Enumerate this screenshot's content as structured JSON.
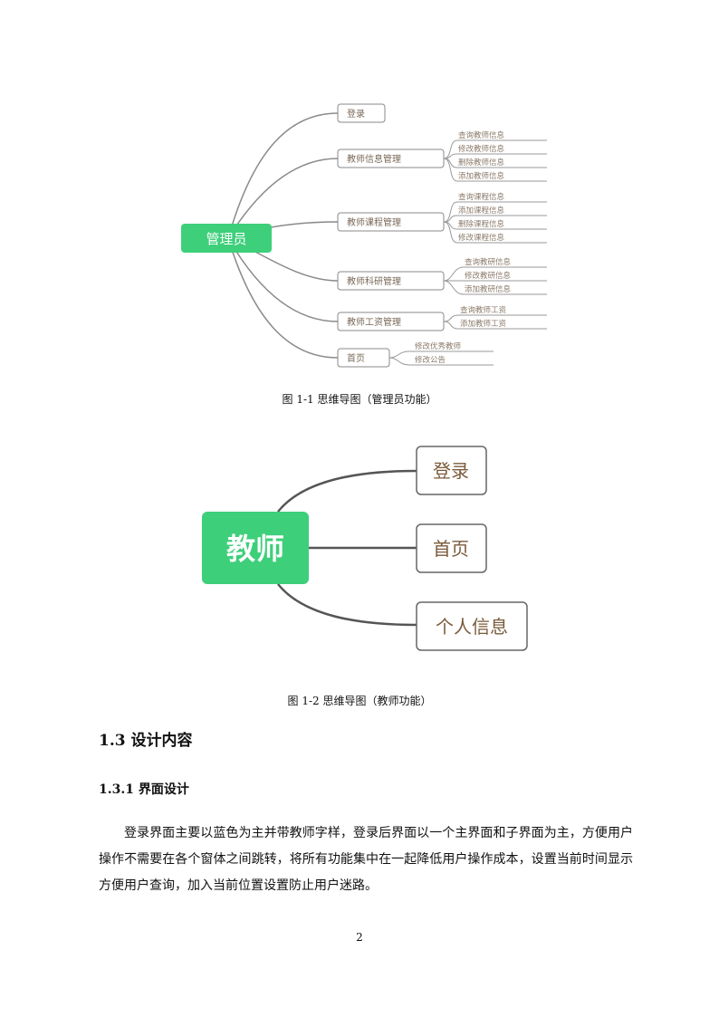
{
  "figure1": {
    "root": "管理员",
    "branches": [
      {
        "label": "登录",
        "children": []
      },
      {
        "label": "教师信息管理",
        "children": [
          "查询教师信息",
          "修改教师信息",
          "删除教师信息",
          "添加教师信息"
        ]
      },
      {
        "label": "教师课程管理",
        "children": [
          "查询课程信息",
          "添加课程信息",
          "删除课程信息",
          "修改课程信息"
        ]
      },
      {
        "label": "教师科研管理",
        "children": [
          "查询教研信息",
          "修改教研信息",
          "添加教研信息"
        ]
      },
      {
        "label": "教师工资管理",
        "children": [
          "查询教师工资",
          "添加教师工资"
        ]
      },
      {
        "label": "首页",
        "children": [
          "修改优秀教师",
          "修改公告"
        ]
      }
    ],
    "caption": "图 1-1  思维导图（管理员功能）"
  },
  "figure2": {
    "root": "教师",
    "branches": [
      "登录",
      "首页",
      "个人信息"
    ],
    "caption": "图 1-2  思维导图（教师功能）"
  },
  "section": {
    "heading": "1.3 设计内容",
    "subheading": "1.3.1 界面设计"
  },
  "paragraph": "登录界面主要以蓝色为主并带教师字样，登录后界面以一个主界面和子界面为主，方便用户操作不需要在各个窗体之间跳转，将所有功能集中在一起降低用户操作成本，设置当前时间显示方便用户查询，加入当前位置设置防止用户迷路。",
  "page_number": "2"
}
